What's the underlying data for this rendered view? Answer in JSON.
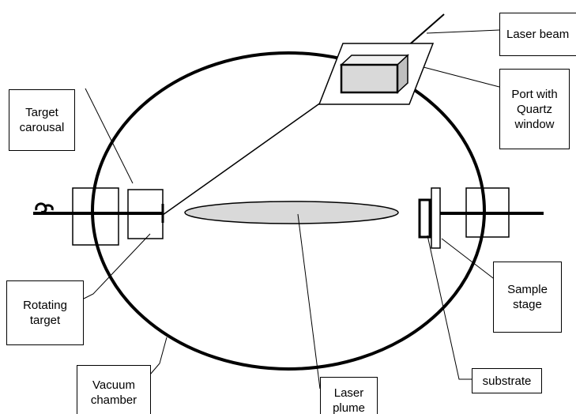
{
  "labels": {
    "laser_beam": [
      "Laser beam"
    ],
    "port_with_quartz_window": [
      "Port with",
      "Quartz",
      "window"
    ],
    "target_carousal": [
      "Target",
      "carousal"
    ],
    "sample_stage": [
      "Sample",
      "stage"
    ],
    "rotating_target": [
      "Rotating",
      "target"
    ],
    "vacuum_chamber": [
      "Vacuum",
      "chamber"
    ],
    "laser_plume": [
      "Laser",
      "plume"
    ],
    "substrate": [
      "substrate"
    ]
  }
}
